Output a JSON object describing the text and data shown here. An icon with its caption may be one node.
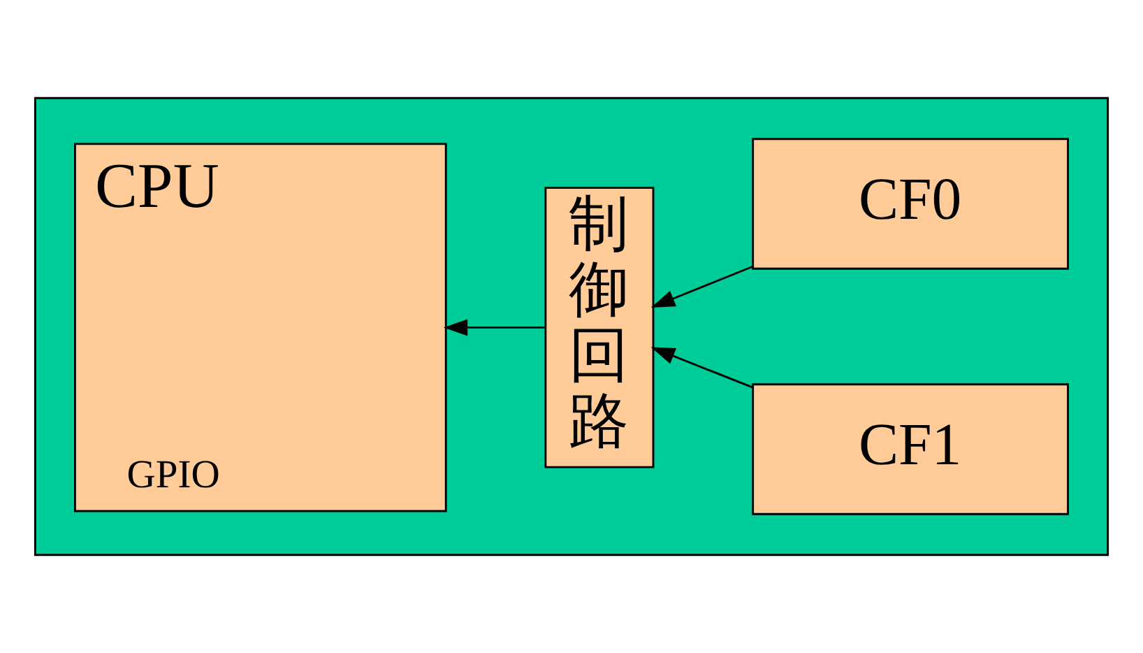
{
  "diagram": {
    "nodes": [
      {
        "text": [],
        "shape": "box"
      },
      {
        "text": [
          "CPU",
          "GPIO"
        ],
        "in": 0
      },
      {
        "text": [
          "制御回路"
        ],
        "in": 0
      },
      {
        "text": [
          "CF0"
        ],
        "in": 0
      },
      {
        "text": [
          "CF1"
        ],
        "in": 0
      }
    ],
    "edges": [
      {
        "from": 3,
        "to": 2,
        "arrow": "to"
      },
      {
        "from": 4,
        "to": 2,
        "arrow": "to"
      },
      {
        "from": 2,
        "to": 1,
        "arrow": "to"
      }
    ]
  }
}
